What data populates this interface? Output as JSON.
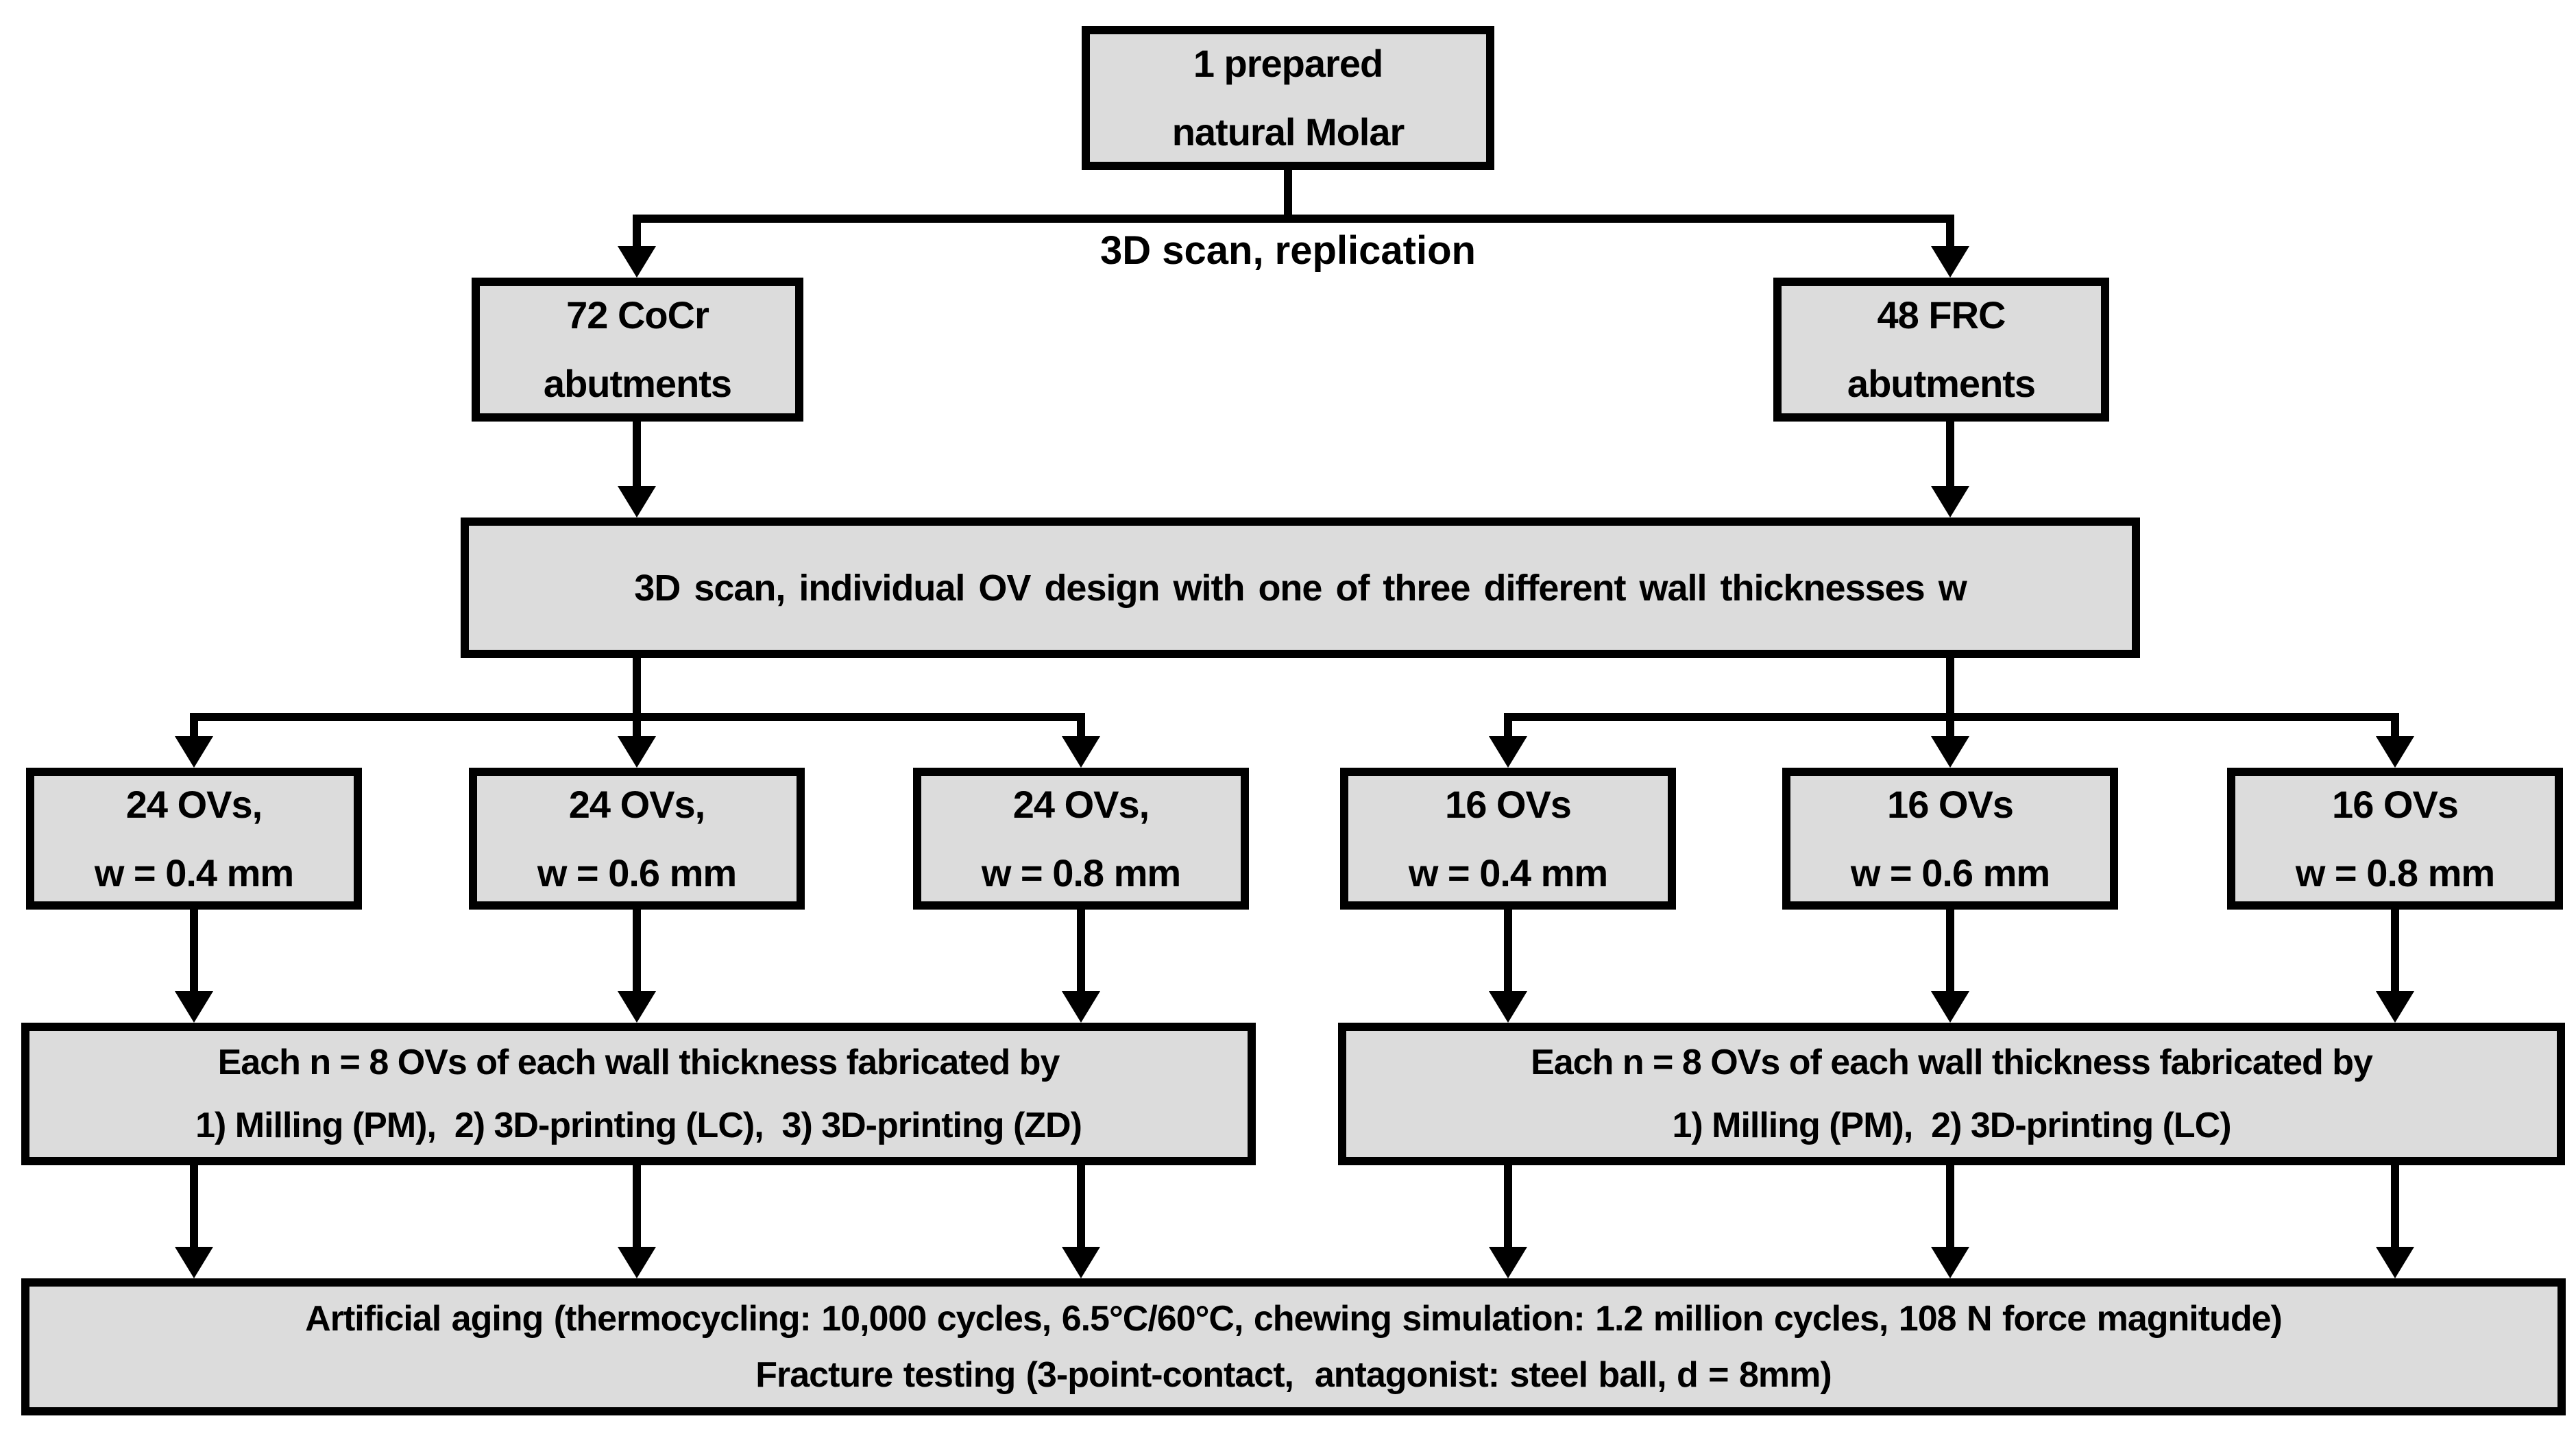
{
  "colors": {
    "background": "#ffffff",
    "box_fill": "#dcdcdc",
    "border_color": "#000000",
    "text_color": "#000000"
  },
  "labels": {
    "scan_replication": "3D scan, replication"
  },
  "nodes": {
    "molar": {
      "line1": "1 prepared",
      "line2": "natural Molar"
    },
    "cocr": {
      "line1": "72 CoCr",
      "line2": "abutments"
    },
    "frc": {
      "line1": "48 FRC",
      "line2": "abutments"
    },
    "ov_design": {
      "line1": "3D scan, individual OV design with one of three different wall thicknesses w"
    },
    "cocr_w04": {
      "line1": "24 OVs,",
      "line2": "w = 0.4 mm"
    },
    "cocr_w06": {
      "line1": "24 OVs,",
      "line2": "w = 0.6 mm"
    },
    "cocr_w08": {
      "line1": "24 OVs,",
      "line2": "w = 0.8 mm"
    },
    "frc_w04": {
      "line1": "16 OVs",
      "line2": "w = 0.4 mm"
    },
    "frc_w06": {
      "line1": "16 OVs",
      "line2": "w = 0.6 mm"
    },
    "frc_w08": {
      "line1": "16 OVs",
      "line2": "w = 0.8 mm"
    },
    "fab_cocr": {
      "line1": "Each n = 8 OVs of each wall thickness fabricated by",
      "line2": "1) Milling (PM),  2) 3D-printing (LC),  3) 3D-printing (ZD)"
    },
    "fab_frc": {
      "line1": "Each n = 8 OVs of each wall thickness fabricated by",
      "line2": "1) Milling (PM),  2) 3D-printing (LC)"
    },
    "aging": {
      "line1": "Artificial aging (thermocycling: 10,000 cycles, 6.5°C/60°C, chewing simulation: 1.2 million cycles, 108 N force magnitude)",
      "line2": "Fracture testing (3-point-contact,  antagonist: steel ball, d = 8mm)"
    }
  }
}
